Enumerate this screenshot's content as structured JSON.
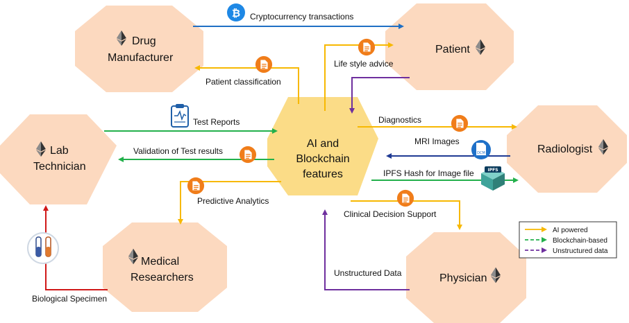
{
  "colors": {
    "ai": "#F7B801",
    "blockchain": "#22B04B",
    "unstructured": "#6E2F9E",
    "crypto": "#1F6FC4",
    "specimen": "#D01818",
    "hex_fill": "#FCD9BF",
    "center_fill": "#FBDC87",
    "doc_badge": "#F07D1A",
    "bitcoin": "#1E88E5"
  },
  "nodes": {
    "drug_manufacturer": [
      "Drug",
      "Manufacturer"
    ],
    "patient": [
      "Patient"
    ],
    "lab_technician": [
      "Lab",
      "Technician"
    ],
    "radiologist": [
      "Radiologist"
    ],
    "medical_researchers": [
      "Medical",
      "Researchers"
    ],
    "physician": [
      "Physician"
    ],
    "center": [
      "AI and",
      "Blockchain",
      "features"
    ]
  },
  "edges": {
    "crypto": "Cryptocurrency transactions",
    "patient_classification": "Patient classification",
    "lifestyle": "Life style advice",
    "test_reports": "Test Reports",
    "validation": "Validation of  Test results",
    "diagnostics": "Diagnostics",
    "mri": "MRI Images",
    "ipfs_hash": "IPFS Hash for Image file",
    "predictive": "Predictive Analytics",
    "clinical": "Clinical Decision Support",
    "unstructured": "Unstructured Data",
    "specimen": "Biological Specimen"
  },
  "icons": {
    "eth": "ethereum-icon",
    "bitcoin": "bitcoin-icon",
    "document": "document-icon",
    "report": "test-report-icon",
    "ipfs": "ipfs-cube-icon",
    "dicom": "dicom-file-icon",
    "tubes": "test-tubes-icon",
    "bitcoin_glyph": "₿",
    "ipfs_text": "IPFS",
    "dicom_text": "DCM"
  },
  "legend": {
    "items": [
      {
        "label": "AI powered",
        "color": "#F7B801"
      },
      {
        "label": "Blockchain-based",
        "color": "#22B04B"
      },
      {
        "label": "Unstructured data",
        "color": "#6E2F9E"
      }
    ]
  }
}
